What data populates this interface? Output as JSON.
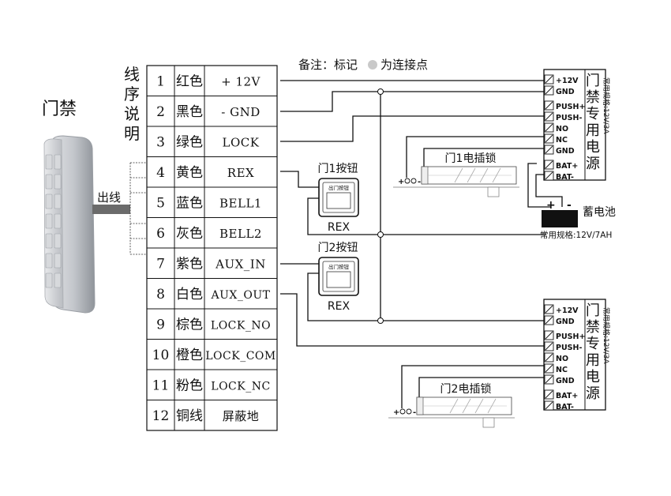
{
  "title_device": "门禁",
  "wire_out_label": "出线",
  "wiring_title": [
    "线",
    "序",
    "说",
    "明"
  ],
  "note": {
    "prefix": "备注：标记",
    "suffix": "为连接点"
  },
  "wires": [
    {
      "num": "1",
      "color": "红色",
      "func": "+ 12V"
    },
    {
      "num": "2",
      "color": "黑色",
      "func": "- GND"
    },
    {
      "num": "3",
      "color": "绿色",
      "func": "LOCK"
    },
    {
      "num": "4",
      "color": "黄色",
      "func": "REX"
    },
    {
      "num": "5",
      "color": "蓝色",
      "func": "BELL1"
    },
    {
      "num": "6",
      "color": "灰色",
      "func": "BELL2"
    },
    {
      "num": "7",
      "color": "紫色",
      "func": "AUX_IN"
    },
    {
      "num": "8",
      "color": "白色",
      "func": "AUX_OUT"
    },
    {
      "num": "9",
      "color": "棕色",
      "func": "LOCK_NO"
    },
    {
      "num": "10",
      "color": "橙色",
      "func": "LOCK_COM"
    },
    {
      "num": "11",
      "color": "粉色",
      "func": "LOCK_NC"
    },
    {
      "num": "12",
      "color": "铜线",
      "func": "屏蔽地"
    }
  ],
  "button1": {
    "title": "门1按钮",
    "face": "出门按钮",
    "label": "REX"
  },
  "button2": {
    "title": "门2按钮",
    "face": "出门按钮",
    "label": "REX"
  },
  "psu": {
    "terminals_top": [
      "+12V",
      "GND"
    ],
    "terminals_mid": [
      "PUSH+",
      "PUSH-",
      "NO",
      "NC",
      "GND"
    ],
    "terminals_bot": [
      "BAT+",
      "BAT-"
    ],
    "title": [
      "门",
      "禁",
      "专",
      "用",
      "电",
      "源"
    ],
    "spec": "常用规格:12V/3A"
  },
  "lock1": {
    "label": "门1电插锁",
    "plus": "+",
    "minus": "-"
  },
  "lock2": {
    "label": "门2电插锁",
    "plus": "+",
    "minus": "-"
  },
  "battery": {
    "label": "蓄电池",
    "plus": "+",
    "minus": "-",
    "spec": "常用规格:12V/7AH"
  }
}
